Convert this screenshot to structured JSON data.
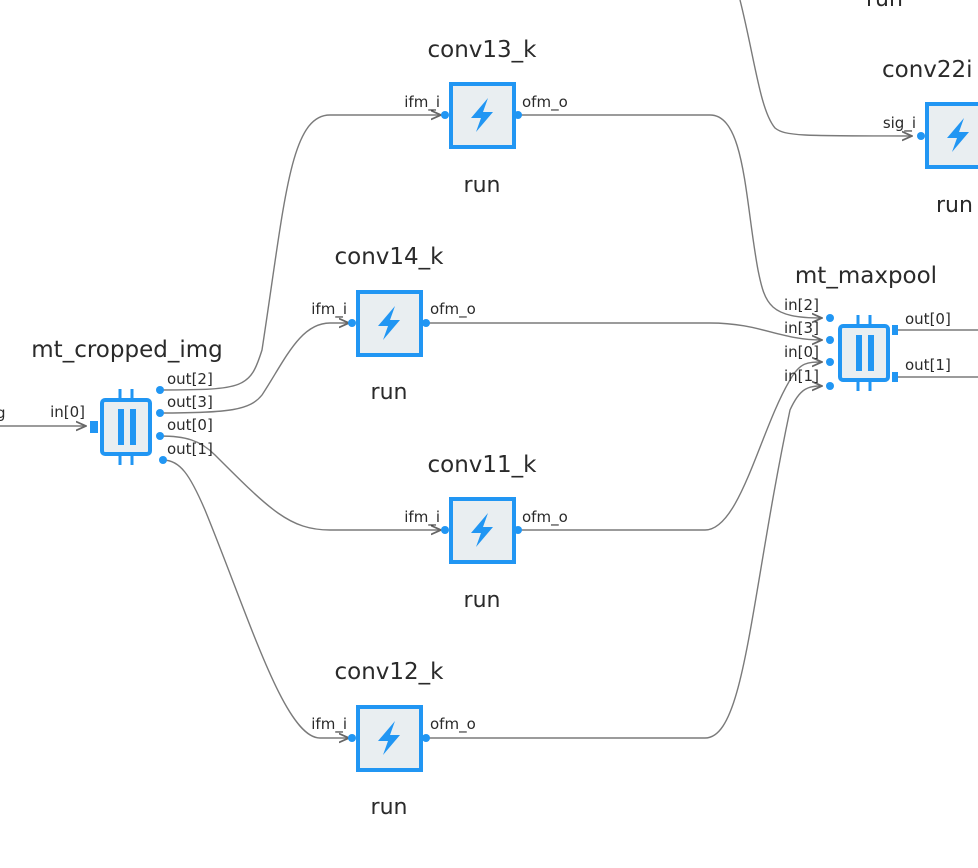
{
  "nodes": {
    "conv13": {
      "title": "conv13_k",
      "label": "run",
      "in_port": "ifm_i",
      "out_port": "ofm_o"
    },
    "conv14": {
      "title": "conv14_k",
      "label": "run",
      "in_port": "ifm_i",
      "out_port": "ofm_o"
    },
    "conv11": {
      "title": "conv11_k",
      "label": "run",
      "in_port": "ifm_i",
      "out_port": "ofm_o"
    },
    "conv12": {
      "title": "conv12_k",
      "label": "run",
      "in_port": "ifm_i",
      "out_port": "ofm_o"
    },
    "conv22": {
      "title": "conv22i",
      "label": "run",
      "top_label": "run",
      "in_port": "sig_i"
    },
    "cropped": {
      "title": "mt_cropped_img",
      "in_ports": [
        "in[0]"
      ],
      "out_ports": [
        "out[2]",
        "out[3]",
        "out[0]",
        "out[1]"
      ],
      "left_label": "g"
    },
    "maxpool": {
      "title": "mt_maxpool",
      "in_ports": [
        "in[2]",
        "in[3]",
        "in[0]",
        "in[1]"
      ],
      "out_ports": [
        "out[0]",
        "out[1]"
      ]
    }
  },
  "colors": {
    "accent": "#2196f3",
    "edge": "#7a7a7a",
    "box_fill": "#e9eef1"
  },
  "icons": {
    "kernel": "lightning-icon",
    "split": "parallel-bars-icon"
  }
}
